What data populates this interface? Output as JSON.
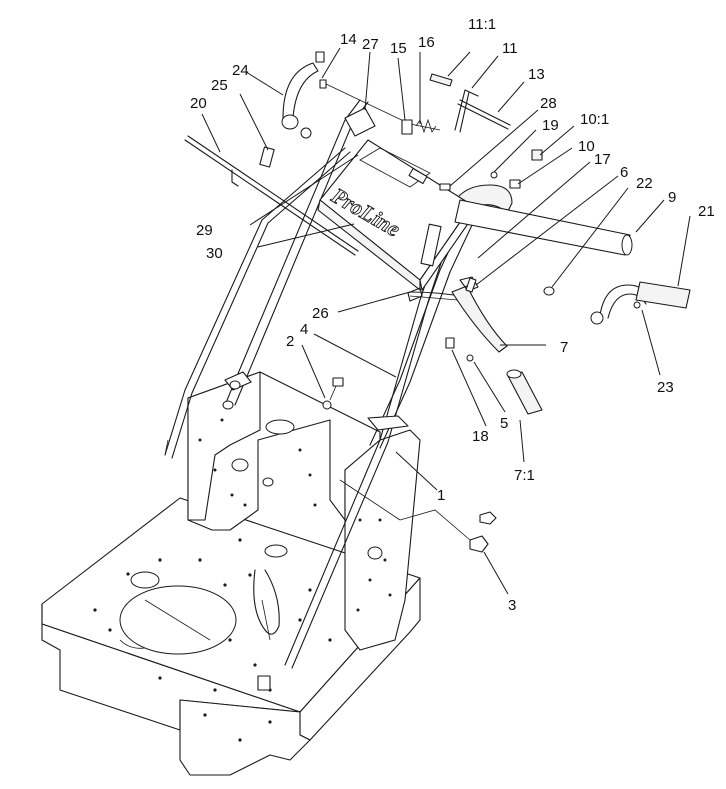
{
  "diagram": {
    "brand_label": "ProLine",
    "callouts": [
      {
        "id": "14",
        "label": "14"
      },
      {
        "id": "27",
        "label": "27"
      },
      {
        "id": "15",
        "label": "15"
      },
      {
        "id": "16",
        "label": "16"
      },
      {
        "id": "11_1",
        "label": "11:1"
      },
      {
        "id": "11",
        "label": "11"
      },
      {
        "id": "13",
        "label": "13"
      },
      {
        "id": "24",
        "label": "24"
      },
      {
        "id": "25",
        "label": "25"
      },
      {
        "id": "20",
        "label": "20"
      },
      {
        "id": "28",
        "label": "28"
      },
      {
        "id": "19",
        "label": "19"
      },
      {
        "id": "10_1",
        "label": "10:1"
      },
      {
        "id": "10",
        "label": "10"
      },
      {
        "id": "17",
        "label": "17"
      },
      {
        "id": "6",
        "label": "6"
      },
      {
        "id": "22",
        "label": "22"
      },
      {
        "id": "9",
        "label": "9"
      },
      {
        "id": "21",
        "label": "21"
      },
      {
        "id": "29",
        "label": "29"
      },
      {
        "id": "30",
        "label": "30"
      },
      {
        "id": "26",
        "label": "26"
      },
      {
        "id": "4",
        "label": "4"
      },
      {
        "id": "2",
        "label": "2"
      },
      {
        "id": "7",
        "label": "7"
      },
      {
        "id": "23",
        "label": "23"
      },
      {
        "id": "18",
        "label": "18"
      },
      {
        "id": "5",
        "label": "5"
      },
      {
        "id": "7_1",
        "label": "7:1"
      },
      {
        "id": "1",
        "label": "1"
      },
      {
        "id": "3",
        "label": "3"
      }
    ]
  }
}
